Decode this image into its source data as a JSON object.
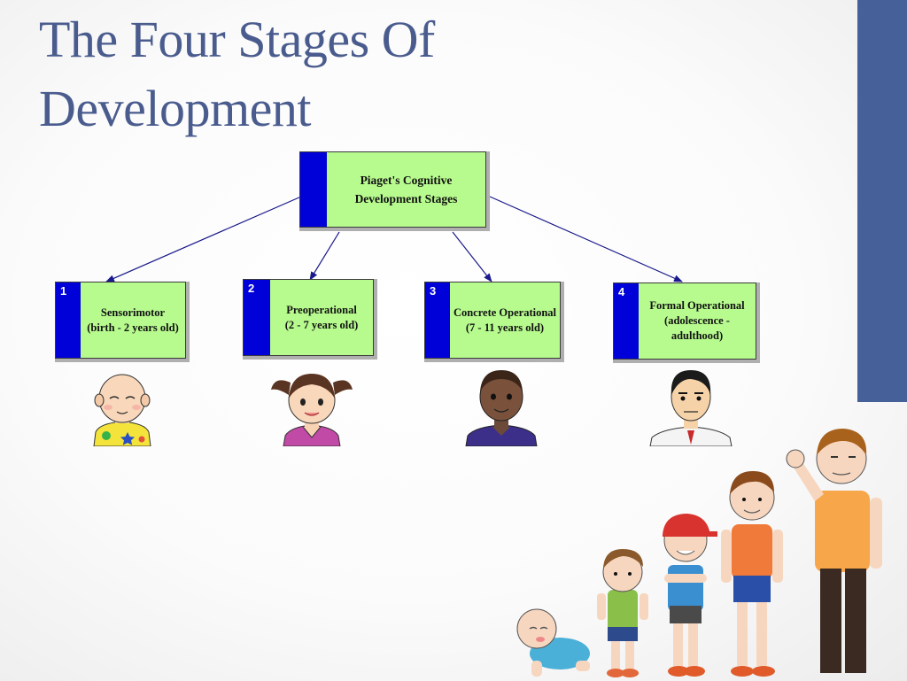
{
  "slide": {
    "title_line1": "The Four Stages Of",
    "title_line2": "Development"
  },
  "diagram": {
    "root": {
      "label": "Piaget's Cognitive Development Stages"
    },
    "stages": [
      {
        "number": "1",
        "name": "Sensorimotor",
        "ages": "(birth - 2 years old)",
        "portrait": "baby-face"
      },
      {
        "number": "2",
        "name": "Preoperational",
        "ages": "(2 - 7 years old)",
        "portrait": "girl-face"
      },
      {
        "number": "3",
        "name": "Concrete Operational",
        "ages": "(7 - 11 years old)",
        "portrait": "boy-face"
      },
      {
        "number": "4",
        "name": "Formal Operational",
        "ages": "(adolescence - adulthood)",
        "portrait": "man-face"
      }
    ]
  },
  "illustration": {
    "subject": "growth-sequence-boys"
  },
  "colors": {
    "title": "#4a5c8e",
    "side_bar": "#46609a",
    "box_fill": "#b7fa8e",
    "box_strip": "#0000d8",
    "arrow": "#1a1a8c"
  }
}
